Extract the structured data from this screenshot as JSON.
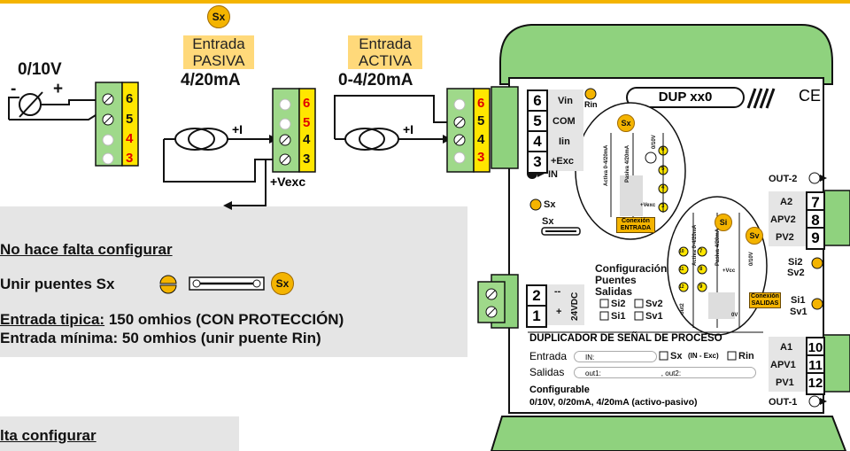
{
  "colors": {
    "accent": "#f4b400",
    "terminal_green": "#9fd98a",
    "housing_green": "#8fd27e",
    "grey_panel": "#e5e5e5"
  },
  "left": {
    "voltage_label": "0/10V",
    "minus": "-",
    "plus": "+",
    "sx_badge": "Sx",
    "pasiva_tag_line1": "Entrada",
    "pasiva_tag_line2": "PASIVA",
    "pasiva_range": "4/20mA",
    "activa_tag_line1": "Entrada",
    "activa_tag_line2": "ACTIVA",
    "activa_range": "0-4/20mA",
    "current_label": "+I",
    "vexc_label": "+Vexc",
    "terminal_numbers": [
      "6",
      "5",
      "4",
      "3"
    ]
  },
  "notes": {
    "line1": "No hace falta configurar",
    "line2": "Unir puentes Sx",
    "line3_underlined": "Entrada tipica:",
    "line3_rest": " 150 omhios (CON PROTECCIÓN)",
    "line4": "Entrada mínima: 50 omhios (unir puente Rin)",
    "line5": "lta configurar",
    "sx_badge": "Sx"
  },
  "device": {
    "model": "DUP xx0",
    "rin": "Rin",
    "ce": "CE",
    "left_terminals": [
      {
        "num": "6",
        "label": "Vin"
      },
      {
        "num": "5",
        "label": "COM"
      },
      {
        "num": "4",
        "label": "Iin"
      },
      {
        "num": "3",
        "label": "+Exc"
      }
    ],
    "in_label": "IN",
    "sx_label": "Sx",
    "sx_label2": "Sx",
    "oval1": {
      "sx": "Sx",
      "activa": "Activa 0-4/20mA",
      "pasiva": "Pasiva 4/20mA",
      "v010": "0/10V",
      "vexc": "+Vexc",
      "conexion": "Conexión ENTRADA",
      "pins": [
        "6",
        "5",
        "4",
        "3"
      ]
    },
    "oval2": {
      "si": "Si",
      "sv": "Sv",
      "activa": "Activa 0-4/20mA",
      "pasiva": "Pasiva 4/20mA",
      "v010": "0/10V",
      "vcc": "+Vcc",
      "ov": "0V",
      "out2": "out2",
      "conexion": "Conexión SALIDAS",
      "pins": [
        "10",
        "11",
        "12",
        "7",
        "8",
        "9"
      ]
    },
    "config_line1": "Configuración",
    "config_line2": "Puentes",
    "config_line3": "Salidas",
    "checks": [
      "Si2",
      "Sv2",
      "Si1",
      "Sv1"
    ],
    "power_terminals": [
      {
        "num": "2",
        "label": "--"
      },
      {
        "num": "1",
        "label": "+"
      }
    ],
    "power_label": "24VDC",
    "title": "DUPLICADOR DE SEÑAL DE PROCESO",
    "entrada": "Entrada",
    "in_field": "IN:",
    "sx_check": "Sx",
    "in_exc": "(IN - Exc)",
    "rin_check": "Rin",
    "salidas": "Salidas",
    "out1_field": "out1:",
    "out2_field": ", out2:",
    "configurable": "Configurable",
    "ranges": "0/10V, 0/20mA, 4/20mA (activo-pasivo)",
    "out2_label": "OUT-2",
    "out1_label": "OUT-1",
    "right_terminals": [
      {
        "num": "7",
        "label": "A2"
      },
      {
        "num": "8",
        "label": "APV2"
      },
      {
        "num": "9",
        "label": "PV2"
      },
      {
        "num": "10",
        "label": "A1"
      },
      {
        "num": "11",
        "label": "APV1"
      },
      {
        "num": "12",
        "label": "PV1"
      }
    ],
    "si2": "Si2",
    "sv2": "Sv2",
    "si1": "Si1",
    "sv1": "Sv1"
  }
}
